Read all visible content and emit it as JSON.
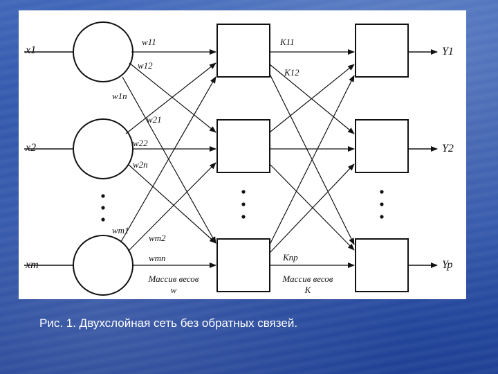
{
  "caption": "Рис. 1. Двухслойная сеть без обратных связей.",
  "inputs": [
    "x1",
    "x2",
    "xm"
  ],
  "outputs": [
    "Y1",
    "Y2",
    "Yp"
  ],
  "weights_w": [
    "w11",
    "w12",
    "w1n",
    "w21",
    "w22",
    "w2n",
    "wm1",
    "wm2",
    "wmn"
  ],
  "weights_k": [
    "K11",
    "K12",
    "Knp"
  ],
  "matrix_w": {
    "line1": "Массив весов",
    "line2": "w"
  },
  "matrix_k": {
    "line1": "Массив весов",
    "line2": "K"
  }
}
